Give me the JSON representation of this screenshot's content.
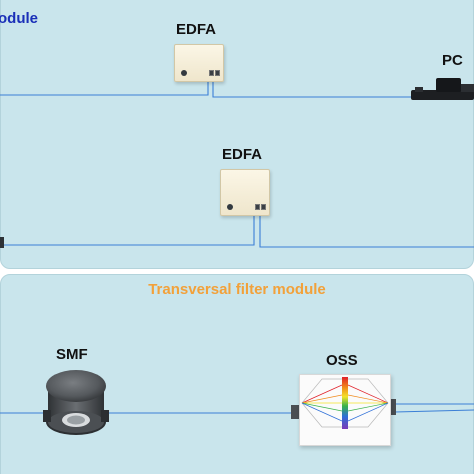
{
  "labels": {
    "top_module_title": "odule",
    "transversal_module_title": "Transversal filter module",
    "edfa_1": "EDFA",
    "edfa_2": "EDFA",
    "pc": "PC",
    "smf": "SMF",
    "oss": "OSS"
  },
  "colors": {
    "panel_background": "#c9e5ec",
    "fiber": "#3b7fd6",
    "module_title": "#1a2fb8",
    "transversal_title": "#f2a13a"
  }
}
